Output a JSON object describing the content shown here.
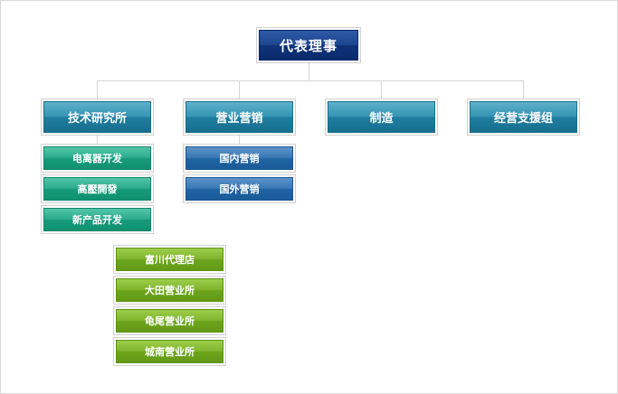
{
  "chart": {
    "ceo": "代表理事",
    "departments": [
      {
        "label": "技术研究所",
        "children": [
          "电离器开发",
          "高壓開發",
          "新产品开发"
        ]
      },
      {
        "label": "营业营销",
        "children": [
          "国内营销",
          "国外营销"
        ]
      },
      {
        "label": "制造",
        "children": []
      },
      {
        "label": "经营支援组",
        "children": []
      }
    ],
    "sales_offices": [
      "富川代理店",
      "大田营业所",
      "龟尾营业所",
      "城南营业所"
    ]
  }
}
